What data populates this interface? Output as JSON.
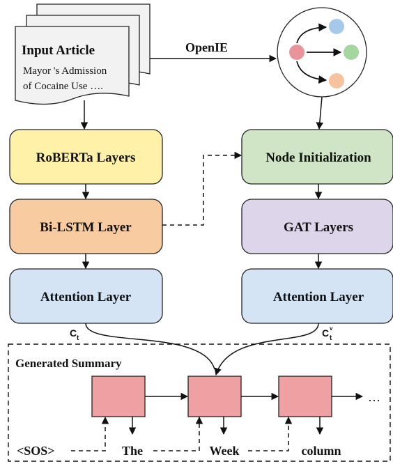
{
  "input_article": {
    "title": "Input Article",
    "line1": "Mayor 's Admission",
    "line2": "of Cocaine Use …."
  },
  "openie_label": "OpenIE",
  "left_column": {
    "roberta": "RoBERTa Layers",
    "bilstm": "Bi-LSTM Layer",
    "attention": "Attention Layer",
    "context_var": "C",
    "context_sub": "t"
  },
  "right_column": {
    "node_init": "Node Initialization",
    "gat": "GAT Layers",
    "attention": "Attention Layer",
    "context_var": "C",
    "context_sup": "v",
    "context_sub": "t"
  },
  "summary": {
    "label": "Generated Summary",
    "ellipsis": "…",
    "tokens": [
      "<SOS>",
      "The",
      "Week",
      "column"
    ]
  },
  "colors": {
    "roberta": "#fff2a8",
    "bilstm": "#f8cba1",
    "attention": "#d4e4f5",
    "node_init": "#cfe5c6",
    "gat": "#ddd6ea",
    "decoder_cell": "#eea0a2",
    "graph_red": "#e8949a",
    "graph_blue": "#a6c8ea",
    "graph_green": "#a6d6a0",
    "graph_orange": "#f7c39e",
    "paper": "#f2f2f2"
  }
}
